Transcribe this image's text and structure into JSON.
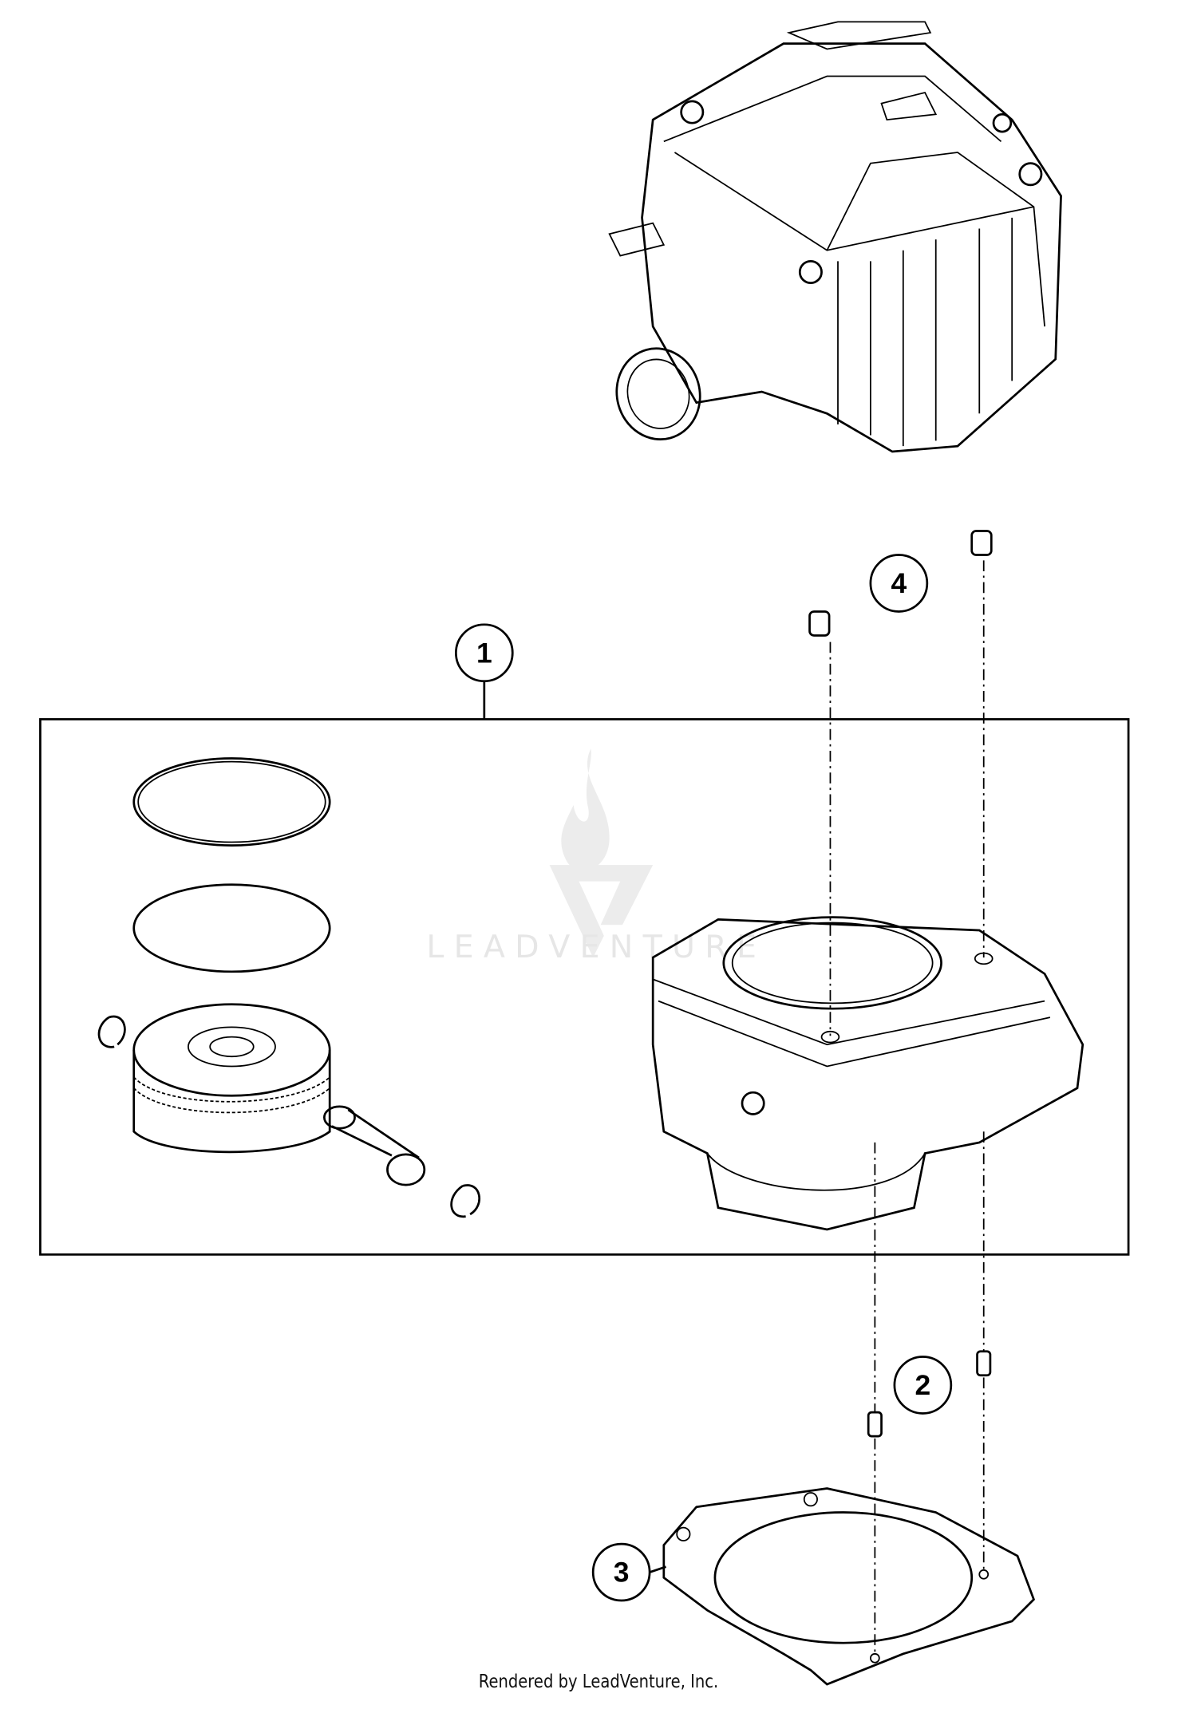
{
  "watermark": {
    "text": "LEADVENTURE"
  },
  "callouts": [
    {
      "label": "1"
    },
    {
      "label": "2"
    },
    {
      "label": "3"
    },
    {
      "label": "4"
    }
  ],
  "footer": {
    "text": "Rendered by LeadVenture, Inc."
  }
}
